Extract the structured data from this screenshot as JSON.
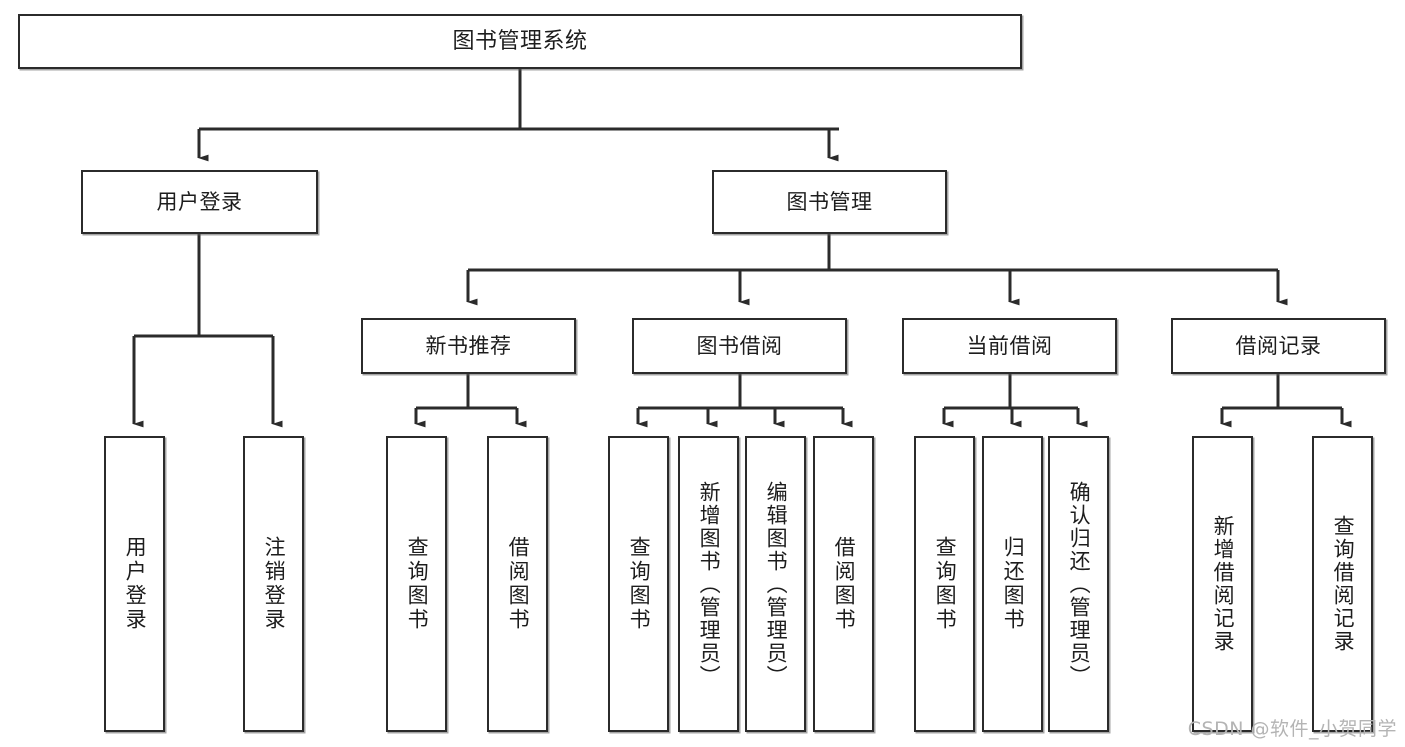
{
  "diagram": {
    "title": "图书管理系统",
    "type": "tree",
    "watermark": "CSDN @软件_小贺同学",
    "stroke_color": "#2b2b2b",
    "fill_color": "#ffffff",
    "text_color": "#1d1d1d",
    "watermark_color": "#b4b4b4"
  },
  "nodes": {
    "root": {
      "label": "图书管理系统"
    },
    "level2": [
      {
        "label": "用户登录"
      },
      {
        "label": "图书管理"
      }
    ],
    "level3": [
      {
        "label": "新书推荐"
      },
      {
        "label": "图书借阅"
      },
      {
        "label": "当前借阅"
      },
      {
        "label": "借阅记录"
      }
    ],
    "leaves": {
      "user_login": [
        {
          "label": "用户登录"
        },
        {
          "label": "注销登录"
        }
      ],
      "new_book_recommend": [
        {
          "label": "查询图书"
        },
        {
          "label": "借阅图书"
        }
      ],
      "book_borrow": [
        {
          "label": "查询图书"
        },
        {
          "label": "新增图书（管理员）"
        },
        {
          "label": "编辑图书（管理员）"
        },
        {
          "label": "借阅图书"
        }
      ],
      "current_borrow": [
        {
          "label": "查询图书"
        },
        {
          "label": "归还图书"
        },
        {
          "label": "确认归还（管理员）"
        }
      ],
      "borrow_record": [
        {
          "label": "新增借阅记录"
        },
        {
          "label": "查询借阅记录"
        }
      ]
    }
  },
  "chart_data": {
    "type": "tree",
    "title": "图书管理系统",
    "root": "图书管理系统",
    "edges": [
      [
        "图书管理系统",
        "用户登录"
      ],
      [
        "图书管理系统",
        "图书管理"
      ],
      [
        "用户登录",
        "用户登录"
      ],
      [
        "用户登录",
        "注销登录"
      ],
      [
        "图书管理",
        "新书推荐"
      ],
      [
        "图书管理",
        "图书借阅"
      ],
      [
        "图书管理",
        "当前借阅"
      ],
      [
        "图书管理",
        "借阅记录"
      ],
      [
        "新书推荐",
        "查询图书"
      ],
      [
        "新书推荐",
        "借阅图书"
      ],
      [
        "图书借阅",
        "查询图书"
      ],
      [
        "图书借阅",
        "新增图书（管理员）"
      ],
      [
        "图书借阅",
        "编辑图书（管理员）"
      ],
      [
        "图书借阅",
        "借阅图书"
      ],
      [
        "当前借阅",
        "查询图书"
      ],
      [
        "当前借阅",
        "归还图书"
      ],
      [
        "当前借阅",
        "确认归还（管理员）"
      ],
      [
        "借阅记录",
        "新增借阅记录"
      ],
      [
        "借阅记录",
        "查询借阅记录"
      ]
    ],
    "levels": 4
  }
}
